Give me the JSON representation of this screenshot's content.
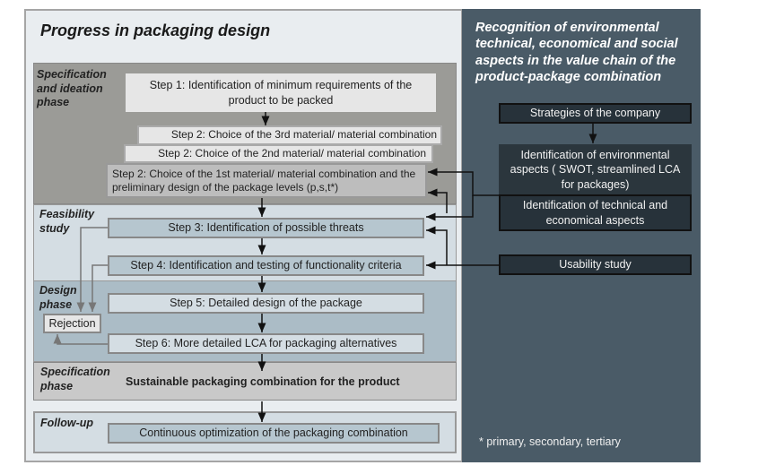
{
  "left_title": "Progress in packaging design",
  "right_title": "Recognition of environmental technical, economical and social aspects in the value chain of the product-package combination",
  "phases": {
    "ideation": "Specification and ideation phase",
    "feasibility": "Feasibility study",
    "design": "Design phase",
    "specification": "Specification phase",
    "followup": "Follow-up"
  },
  "steps": {
    "step1": "Step 1: Identification of minimum requirements of the product to be packed",
    "step2_3rd": "Step 2:  Choice of the 3rd material/ material combination",
    "step2_2nd": "Step 2:  Choice of the 2nd material/ material combination",
    "step2_1st": "Step 2:  Choice of the 1st material/ material combination and the preliminary design of the package levels (p,s,t*)",
    "step3": "Step 3:  Identification of possible threats",
    "step4": "Step 4:  Identification and testing of functionality criteria",
    "step5": "Step 5:  Detailed design of the package",
    "step6": "Step 6:  More detailed LCA for packaging alternatives",
    "rejection": "Rejection",
    "result": "Sustainable packaging combination for the product",
    "followup": "Continuous optimization of the packaging combination"
  },
  "aspects": {
    "strategies": "Strategies of the company",
    "environmental": "Identification of environmental aspects ( SWOT, streamlined LCA for packages)",
    "technical": "Identification of technical and economical aspects",
    "usability": "Usability study"
  },
  "footnote": "* primary, secondary, tertiary",
  "colors": {
    "right_panel": "#4a5b67",
    "ideation_bg": "#9b9b97",
    "feasibility_bg": "#d4dde3",
    "design_bg": "#abbcc6",
    "dark_box": "#27323a"
  }
}
